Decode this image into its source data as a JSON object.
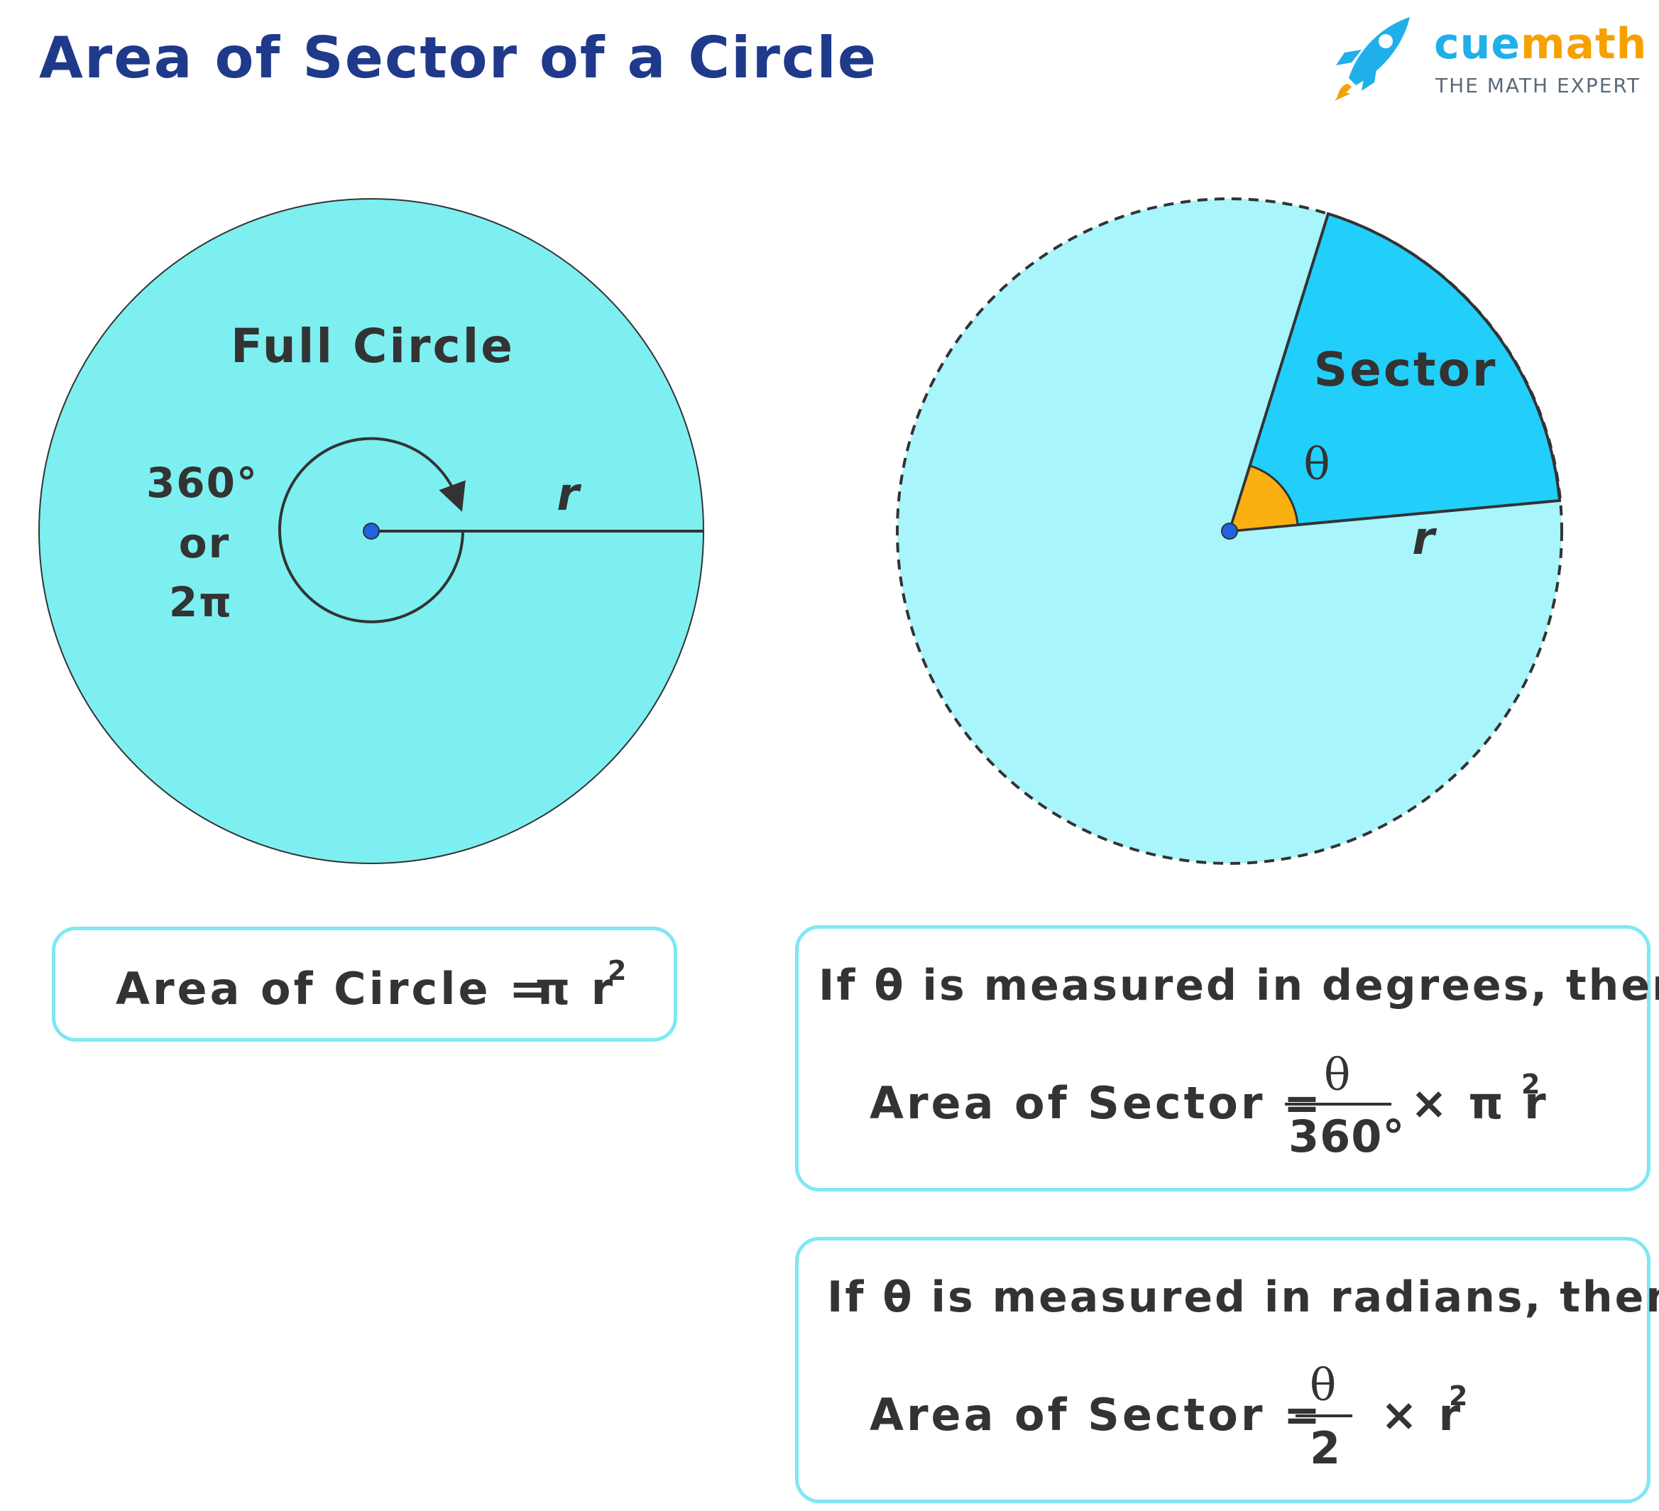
{
  "header": {
    "title": "Area of Sector of a Circle",
    "brand_name_part1": "cue",
    "brand_name_part2": "math",
    "brand_tagline": "THE MATH EXPERT"
  },
  "full_circle": {
    "label": "Full Circle",
    "angle_line1": "360°",
    "angle_line2": "or",
    "angle_line3": "2π",
    "radius_label": "r"
  },
  "sector_circle": {
    "label": "Sector",
    "angle_label": "θ",
    "radius_label": "r"
  },
  "formula_circle": {
    "lhs": "Area of Circle =",
    "rhs": "π r",
    "exponent": "2"
  },
  "formula_degrees": {
    "condition": "If θ is measured in degrees, then",
    "lhs": "Area of Sector =",
    "numerator": "θ",
    "denominator": "360°",
    "times": "× π r",
    "exponent": "2"
  },
  "formula_radians": {
    "condition": "If θ is measured in radians, then",
    "lhs": "Area of Sector =",
    "numerator": "θ",
    "denominator": "2",
    "times": "× r",
    "exponent": "2"
  },
  "colors": {
    "full_circle_fill": "#7deff1",
    "sector_circle_fill": "#a8f5fc",
    "sector_fill": "#22cffb",
    "angle_fill": "#fbb012",
    "center_dot": "#1f63e0",
    "title": "#1f3a8a",
    "box_border": "#7ee8f3"
  }
}
